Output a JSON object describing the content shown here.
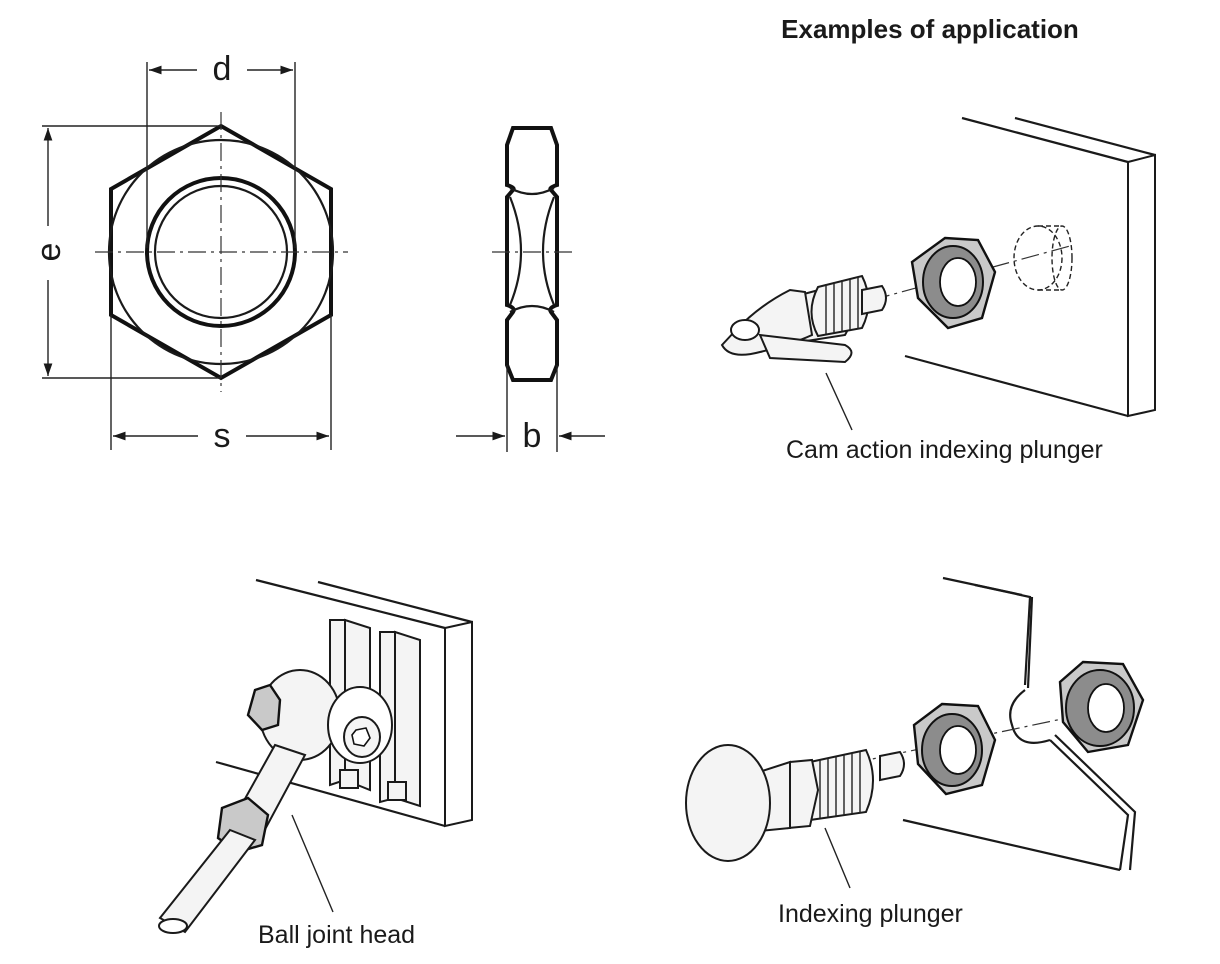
{
  "title": "Examples of application",
  "dimensions": {
    "d": "d",
    "e": "e",
    "s": "s",
    "b": "b"
  },
  "captions": {
    "cam": "Cam action indexing plunger",
    "ball": "Ball joint head",
    "indexing": "Indexing plunger"
  },
  "colors": {
    "line": "#1a1a1a",
    "nut_fill": "#c9c9c9",
    "part_fill": "#f4f4f4"
  }
}
